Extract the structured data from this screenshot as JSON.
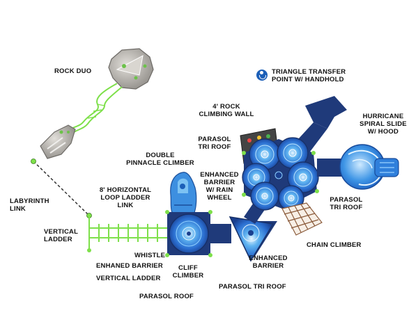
{
  "labels": {
    "rock_duo": "ROCK DUO",
    "triangle_transfer": "TRIANGLE TRANSFER\nPOINT W/ HANDHOLD",
    "rock_climbing_wall": "4' ROCK\nCLIMBING WALL",
    "hurricane_slide": "HURRICANE\nSPIRAL SLIDE\nW/ HOOD",
    "parasol_tri_roof_top": "PARASOL\nTRI ROOF",
    "double_pinnacle": "DOUBLE\nPINNACLE CLIMBER",
    "enhanced_barrier_rain_wheel": "ENHANCED\nBARRIER\nW/ RAIN\nWHEEL",
    "labyrinth_link": "LABYRINTH\nLINK",
    "horizontal_loop_ladder": "8' HORIZONTAL\nLOOP LADDER\nLINK",
    "parasol_tri_roof_right": "PARASOL\nTRI ROOF",
    "vertical_ladder_left": "VERTICAL\nLADDER",
    "chain_climber": "CHAIN CLIMBER",
    "whistle": "WHISTLE",
    "enhaned_barrier": "ENHANED BARRIER",
    "cliff_climber": "CLIFF\nCLIMBER",
    "enhanced_barrier": "ENHANCED\nBARRIER",
    "vertical_ladder_bottom": "VERTICAL LADDER",
    "parasol_tri_roof_bottom": "PARASOL TRI ROOF",
    "parasol_roof": "PARASOL ROOF"
  },
  "icons": {
    "accessibility": "wheelchair-accessibility-icon"
  },
  "colors": {
    "navy_deck": "#1f3a7a",
    "roof_blue": "#2a63c7",
    "light_blue": "#4da3e8",
    "link_green": "#7ee04a",
    "rock_gray": "#b8b4ae",
    "chain_brown": "#8a5a3a"
  }
}
